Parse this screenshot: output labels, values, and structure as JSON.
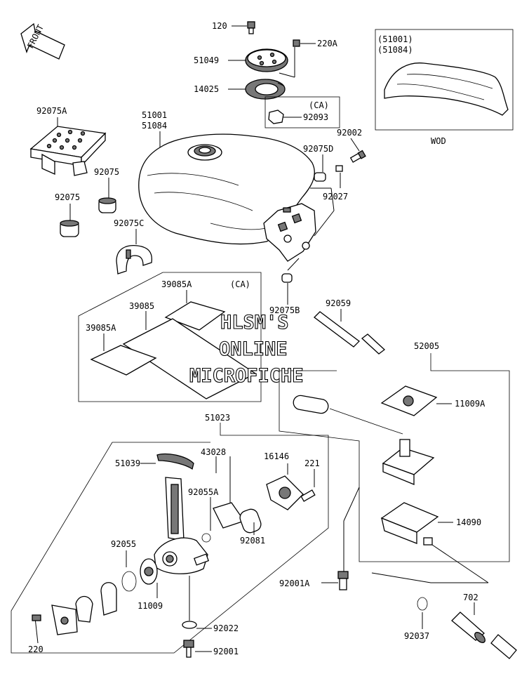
{
  "front_arrow": {
    "label": "FRONT"
  },
  "watermark": {
    "line1": "HLSM'S",
    "line2": "ONLINE",
    "line3": "MICROFICHE"
  },
  "callouts": {
    "c120": "120",
    "c51049": "51049",
    "c220A": "220A",
    "c14025": "14025",
    "cCA1": "(CA)",
    "c92093": "92093",
    "c92075A": "92075A",
    "c51001": "51001",
    "c51084": "51084",
    "c92002": "92002",
    "c92075D": "92075D",
    "c92075_1": "92075",
    "c92075_2": "92075",
    "c92027": "92027",
    "c92075C": "92075C",
    "c39085A_1": "39085A",
    "cCA2": "(CA)",
    "c39085": "39085",
    "c39085A_2": "39085A",
    "c92075B": "92075B",
    "c92059": "92059",
    "c52005": "52005",
    "c11009A": "11009A",
    "c51023": "51023",
    "c43028": "43028",
    "c16146": "16146",
    "c221": "221",
    "c51039": "51039",
    "c92055A": "92055A",
    "c92081": "92081",
    "c14090": "14090",
    "c92055": "92055",
    "c11009": "11009",
    "c92001A": "92001A",
    "c702": "702",
    "c92022": "92022",
    "c92037": "92037",
    "c220": "220",
    "c92001": "92001"
  },
  "inset": {
    "part1": "(51001)",
    "part2": "(51084)",
    "caption": "WOD"
  }
}
